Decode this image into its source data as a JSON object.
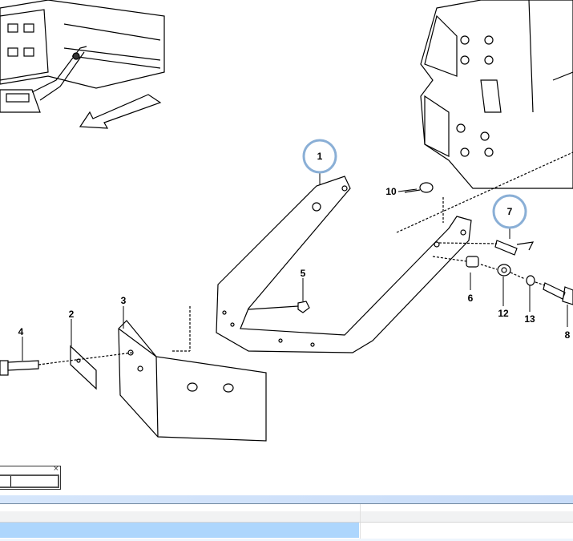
{
  "diagram": {
    "callouts": [
      {
        "id": "1",
        "highlighted": true
      },
      {
        "id": "2"
      },
      {
        "id": "3"
      },
      {
        "id": "4"
      },
      {
        "id": "5"
      },
      {
        "id": "6"
      },
      {
        "id": "7",
        "highlighted": true
      },
      {
        "id": "8"
      },
      {
        "id": "10"
      },
      {
        "id": "12"
      },
      {
        "id": "13"
      }
    ],
    "highlight_color": "#8aafd6"
  },
  "mini_panel": {
    "close_icon": "close-icon"
  },
  "table": {
    "selected_row_color": "#add6fd"
  }
}
